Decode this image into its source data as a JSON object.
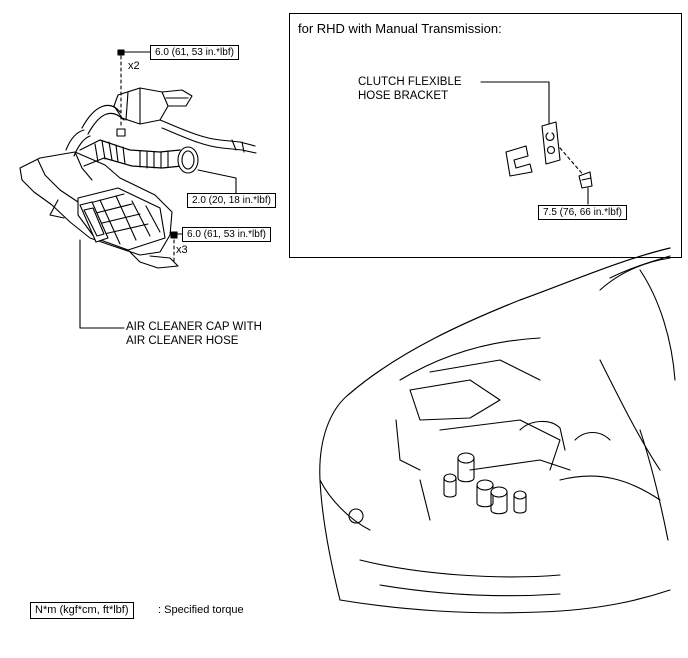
{
  "inset": {
    "title": "for RHD with Manual Transmission:",
    "part_label_line1": "CLUTCH FLEXIBLE",
    "part_label_line2": "HOSE BRACKET",
    "torque": "7.5 (76, 66 in.*lbf)"
  },
  "main": {
    "torque_top": "6.0 (61, 53 in.*lbf)",
    "qty_top": "x2",
    "torque_clamp": "2.0 (20, 18 in.*lbf)",
    "torque_lower": "6.0 (61, 53 in.*lbf)",
    "qty_lower": "x3",
    "part_label_line1": "AIR CLEANER CAP WITH",
    "part_label_line2": "AIR CLEANER HOSE"
  },
  "legend": {
    "unit": "N*m (kgf*cm, ft*lbf)",
    "meaning": ": Specified torque"
  }
}
